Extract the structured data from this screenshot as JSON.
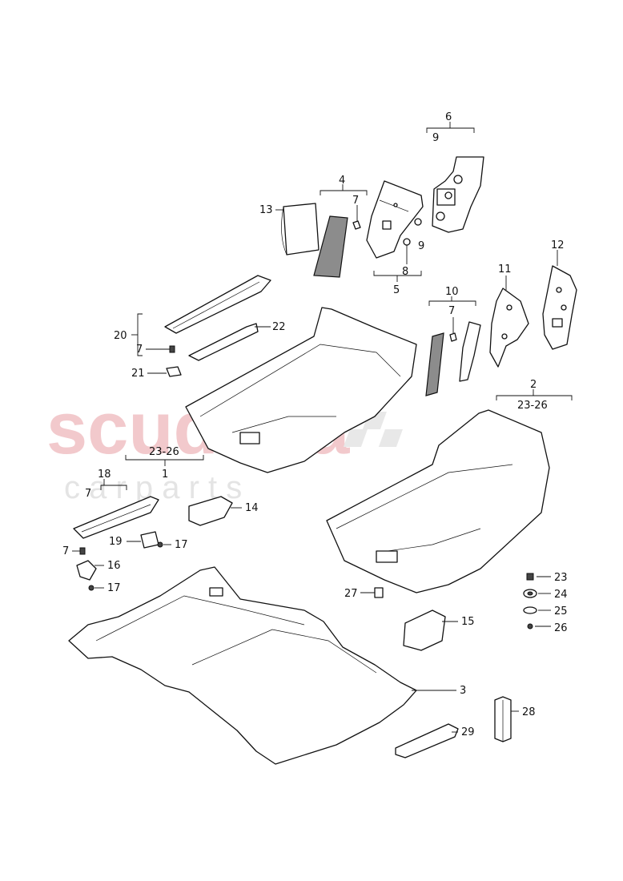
{
  "watermark": {
    "brand": "scuderia",
    "sub": "c a r   p a r t s",
    "color": "#f2c9cc"
  },
  "labels": {
    "l1": "1",
    "l2": "2",
    "l3": "3",
    "l4": "4",
    "l5": "5",
    "l6": "6",
    "l7a": "7",
    "l7b": "7",
    "l7c": "7",
    "l7d": "7",
    "l7e": "7",
    "l8": "8",
    "l9a": "9",
    "l9b": "9",
    "l10": "10",
    "l11": "11",
    "l12": "12",
    "l13": "13",
    "l14": "14",
    "l15": "15",
    "l16": "16",
    "l17a": "17",
    "l17b": "17",
    "l18": "18",
    "l19": "19",
    "l20": "20",
    "l21": "21",
    "l22": "22",
    "l23": "23",
    "l24": "24",
    "l25": "25",
    "l26": "26",
    "l27": "27",
    "l28": "28",
    "l29": "29",
    "r1": "23-26",
    "r2": "23-26"
  }
}
